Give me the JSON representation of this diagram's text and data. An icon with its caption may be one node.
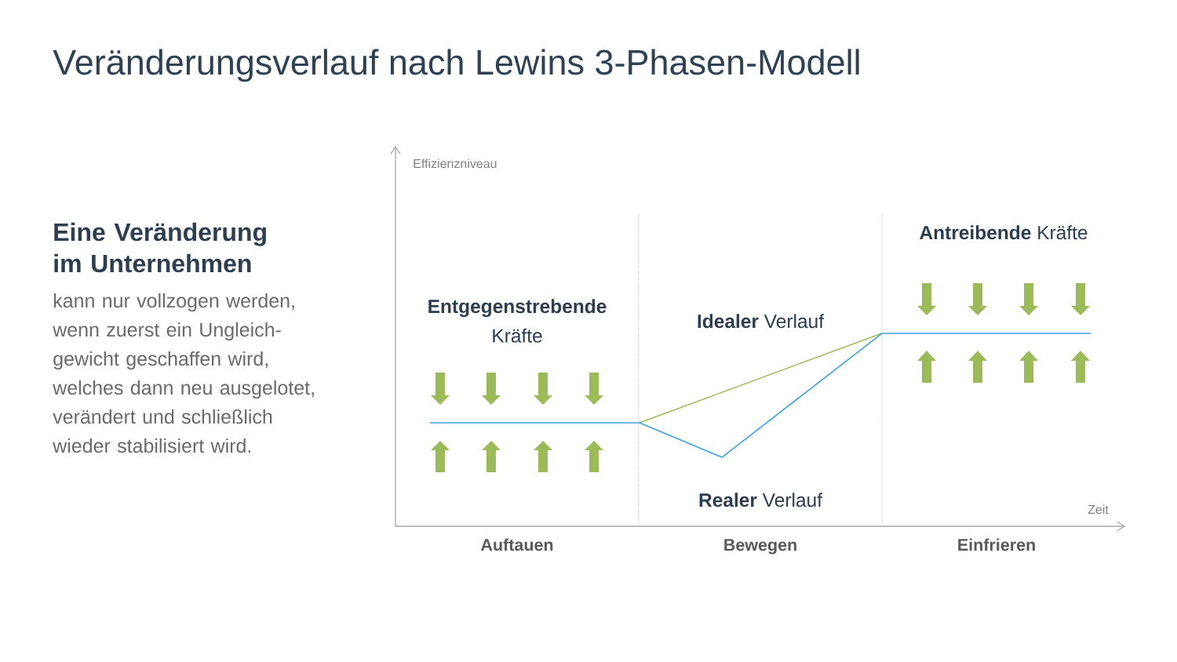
{
  "diagram": {
    "title": "Veränderungsverlauf nach Lewins 3-Phasen-Modell",
    "labels": [
      "Eine Veränderung im Unternehmen",
      "kann nur vollzogen werden, wenn zuerst ein Ungleich- gewicht geschaffen wird, welches dann neu ausgelotet, verändert und schließlich wieder stabilisiert wird.",
      "Effizienzniveau",
      "**Antreibende** Kräfte",
      "**Entgegenstrebende** Kräfte",
      "**Idealer** Verlauf",
      "**Realer** Verlauf",
      "Zeit",
      "Auftauen",
      "Bewegen",
      "Einfrieren"
    ]
  }
}
